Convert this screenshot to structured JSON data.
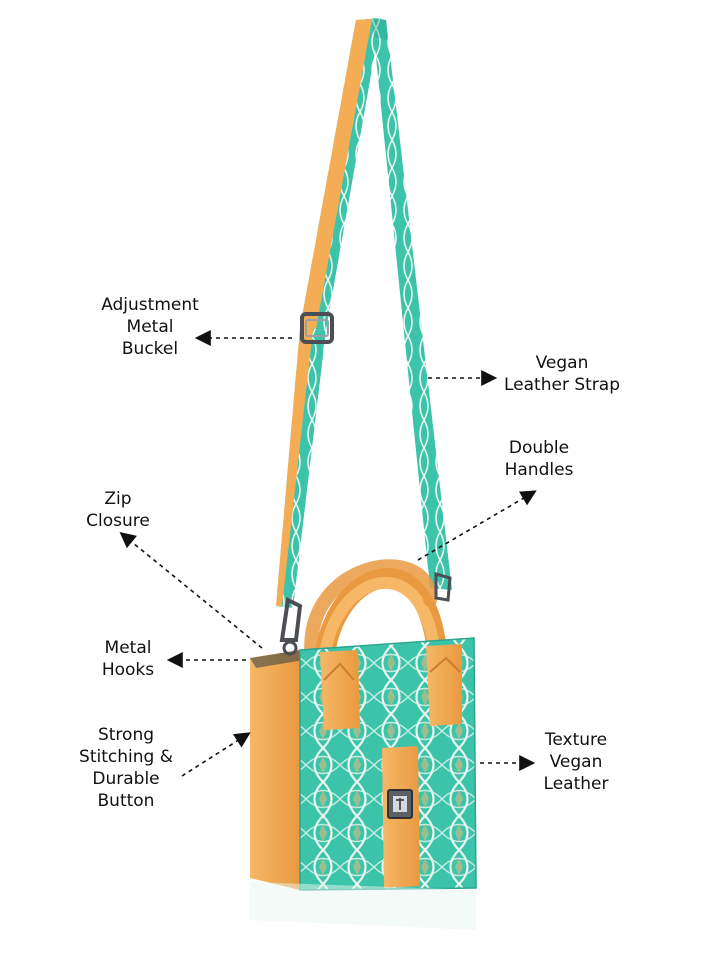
{
  "palette": {
    "teal": "#3cc4ab",
    "teal_dark": "#2aa58f",
    "pattern_line": "#e9f5ef",
    "leather": "#f4ad54",
    "leather_dark": "#d98b32",
    "metal": "#6f7378",
    "label_text": "#111111"
  },
  "product_image": {
    "subject": "bag",
    "icons": [
      "buckle-icon",
      "hook-icon",
      "button-icon"
    ]
  },
  "callouts": {
    "adjustment_buckle": {
      "line1": "Adjustment",
      "line2": "Metal",
      "line3": "Buckel"
    },
    "vegan_strap": {
      "line1": "Vegan",
      "line2": "Leather Strap"
    },
    "double_handles": {
      "line1": "Double",
      "line2": "Handles"
    },
    "zip_closure": {
      "line1": "Zip",
      "line2": "Closure"
    },
    "metal_hooks": {
      "line1": "Metal",
      "line2": "Hooks"
    },
    "stitching": {
      "line1": "Strong",
      "line2": "Stitching &",
      "line3": "Durable",
      "line4": "Button"
    },
    "texture": {
      "line1": "Texture",
      "line2": "Vegan",
      "line3": "Leather"
    }
  }
}
